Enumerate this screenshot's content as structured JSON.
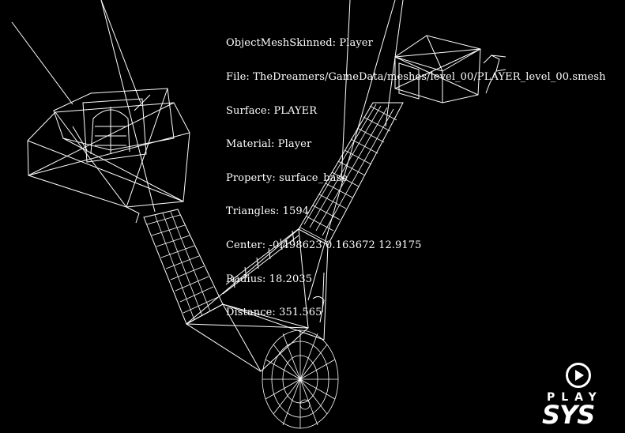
{
  "debug_overlay": {
    "object": "ObjectMeshSkinned: Player",
    "file": "File: TheDreamers/GameData/meshes/level_00/PLAYER_level_00.smesh",
    "surface": "Surface: PLAYER",
    "material": "Material: Player",
    "property": "Property: surface_base",
    "triangles": "Triangles: 1594",
    "center": "Center: -0.498623 0.163672 12.9175",
    "radius": "Radius: 18.2035",
    "distance": "Distance: 351.565"
  },
  "watermark": {
    "top": "PLAY",
    "bottom": "SYS",
    "icon": "play-circle-icon"
  },
  "colors": {
    "background": "#000000",
    "wireframe": "#ffffff"
  }
}
